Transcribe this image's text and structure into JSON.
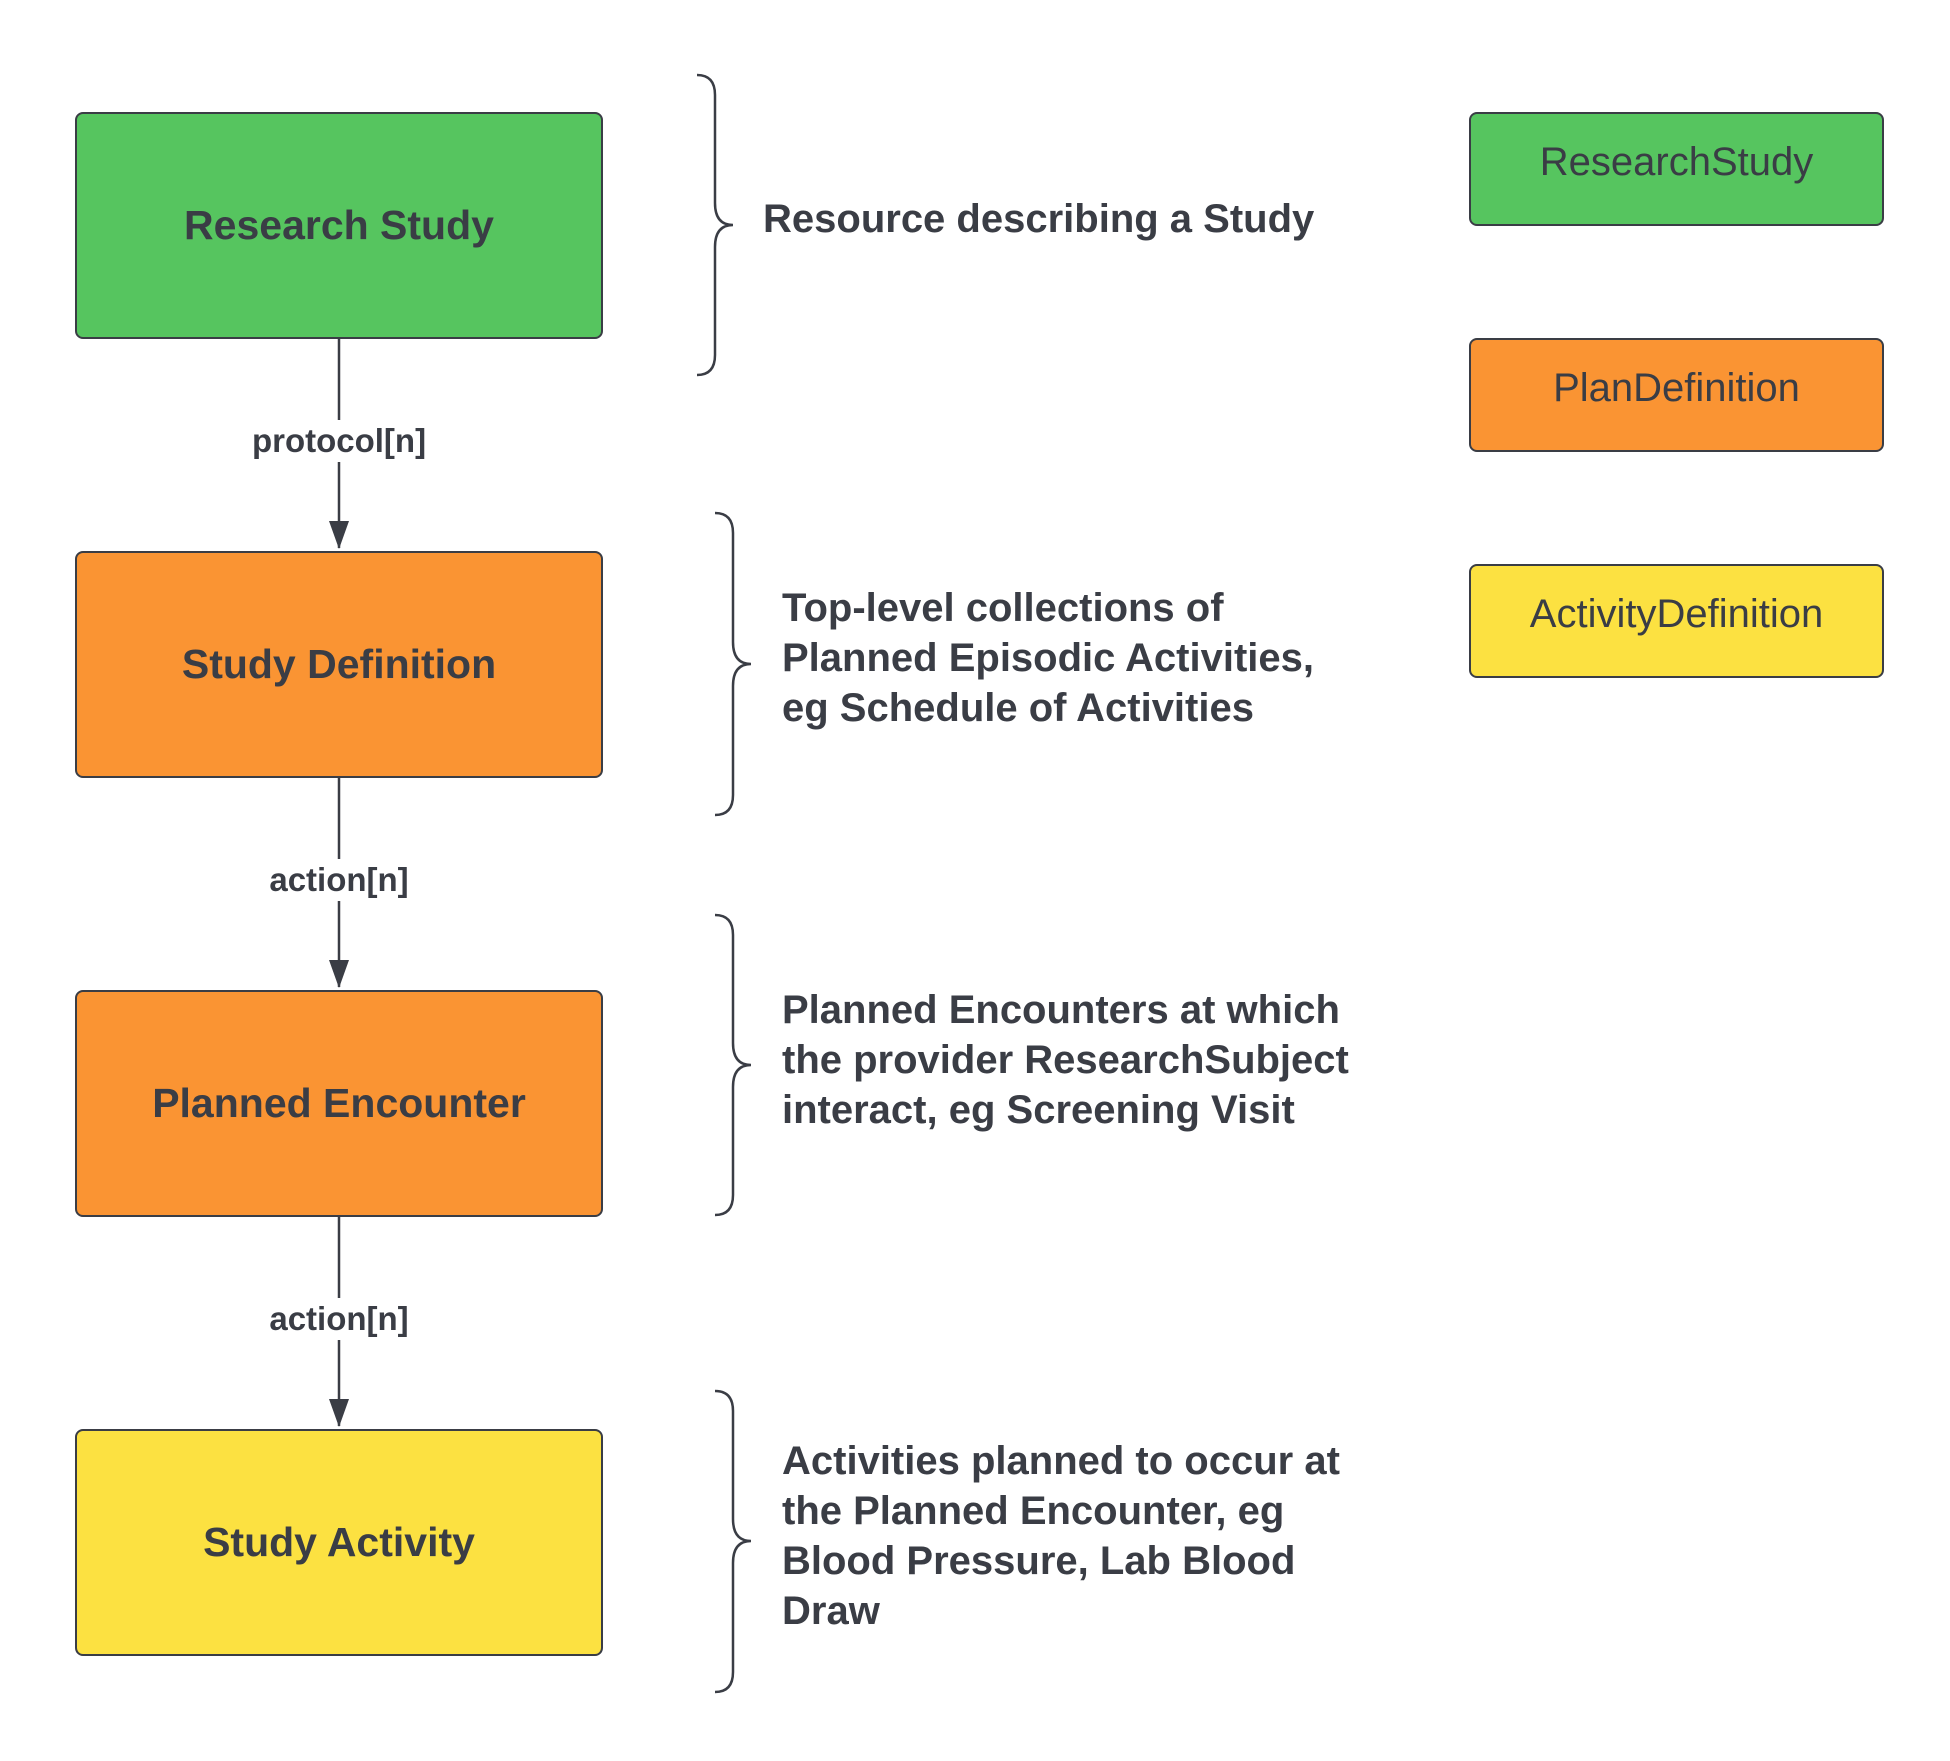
{
  "colors": {
    "research_study": "#56c55f",
    "plan_definition": "#fa9433",
    "activity_definition": "#fce141",
    "line": "#3a3d45",
    "text": "#3a3d45"
  },
  "nodes": [
    {
      "label": "Research Study",
      "type": "ResearchStudy"
    },
    {
      "label": "Study Definition",
      "type": "PlanDefinition"
    },
    {
      "label": "Planned Encounter",
      "type": "PlanDefinition"
    },
    {
      "label": "Study Activity",
      "type": "ActivityDefinition"
    }
  ],
  "edges": [
    {
      "from": "Research Study",
      "to": "Study Definition",
      "label": "protocol[n]"
    },
    {
      "from": "Study Definition",
      "to": "Planned Encounter",
      "label": "action[n]"
    },
    {
      "from": "Planned Encounter",
      "to": "Study Activity",
      "label": "action[n]"
    }
  ],
  "descriptions": [
    {
      "text": "Resource describing a Study"
    },
    {
      "text": "Top-level collections of\nPlanned Episodic Activities,\neg Schedule of Activities"
    },
    {
      "text": "Planned Encounters at which\nthe provider ResearchSubject\ninteract, eg Screening Visit"
    },
    {
      "text": "Activities planned to occur at\nthe Planned Encounter, eg\nBlood Pressure, Lab Blood\nDraw"
    }
  ],
  "legend": [
    {
      "label": "ResearchStudy",
      "color": "#56c55f"
    },
    {
      "label": "PlanDefinition",
      "color": "#fa9433"
    },
    {
      "label": "ActivityDefinition",
      "color": "#fce141"
    }
  ]
}
